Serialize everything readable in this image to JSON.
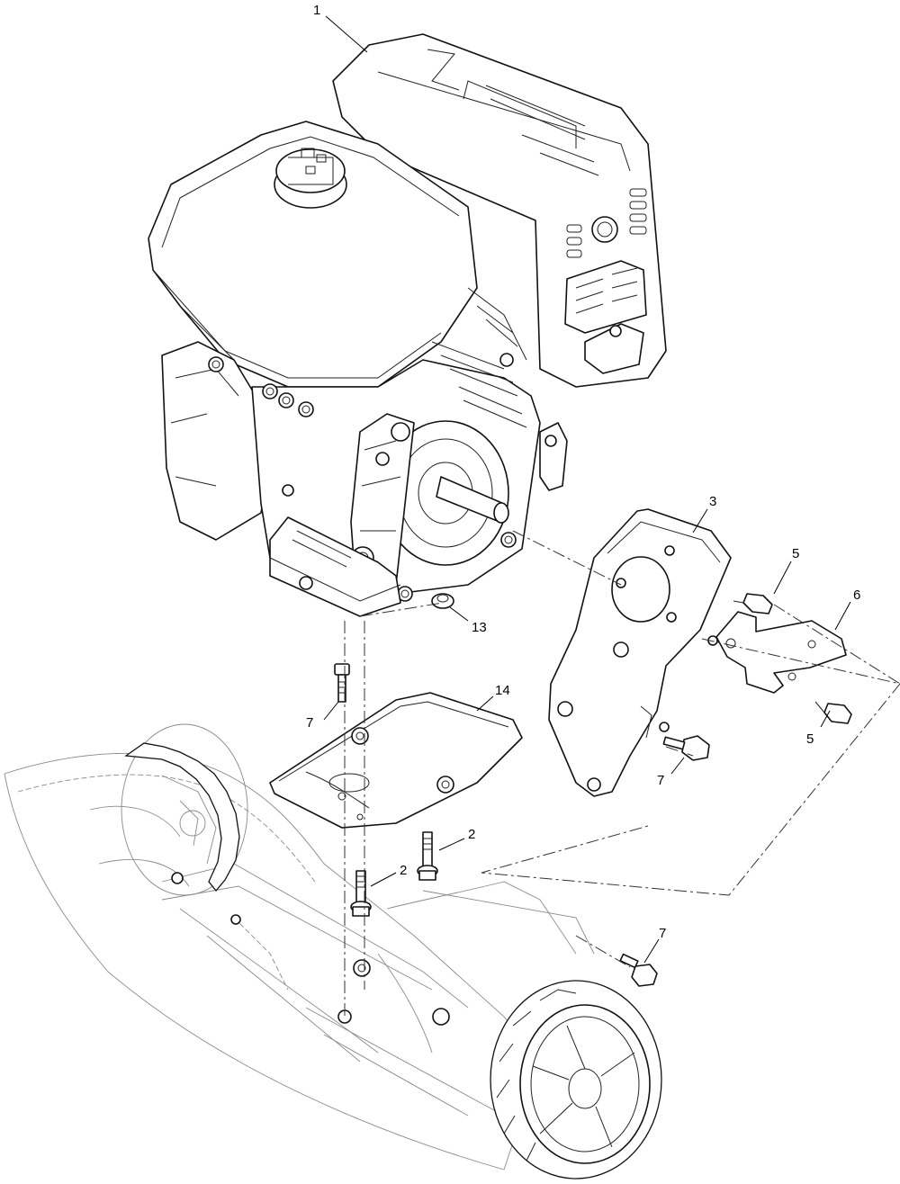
{
  "callouts": {
    "c1": "1",
    "c2a": "2",
    "c2b": "2",
    "c3": "3",
    "c5a": "5",
    "c5b": "5",
    "c6": "6",
    "c7a": "7",
    "c7b": "7",
    "c7c": "7",
    "c13": "13",
    "c14": "14"
  },
  "colors": {
    "line": "#111111",
    "ghost": "#8a8a8a",
    "background": "#ffffff"
  }
}
